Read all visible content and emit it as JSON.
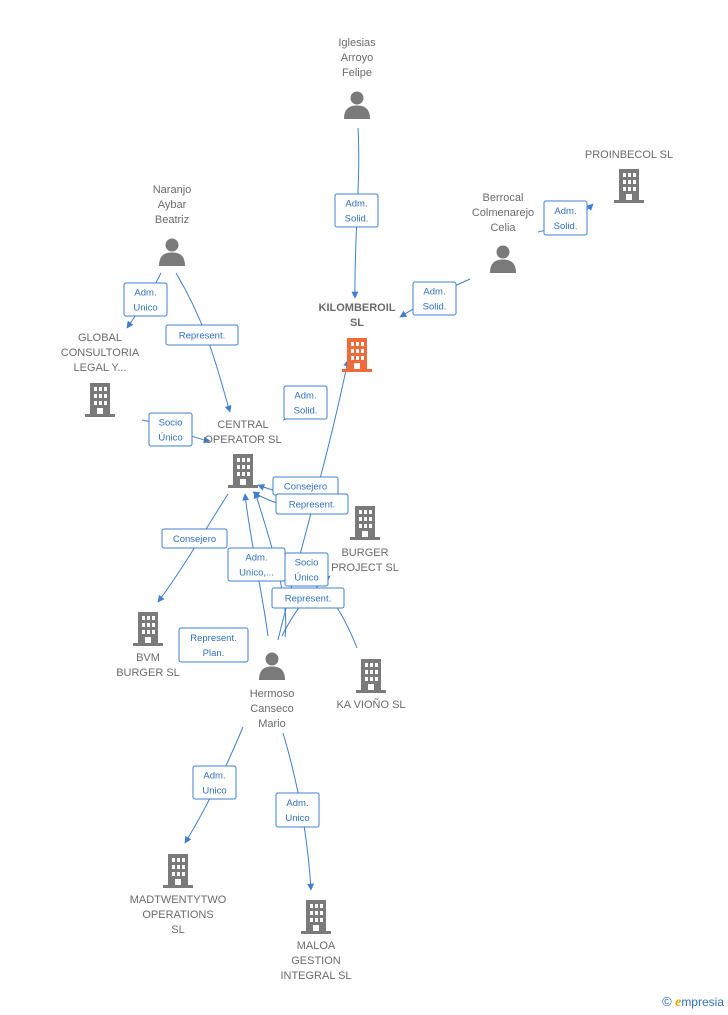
{
  "nodes": [
    {
      "id": "iglesias",
      "kind": "person",
      "lines": [
        "Iglesias",
        "Arroyo",
        "Felipe"
      ],
      "icon": "person-icon"
    },
    {
      "id": "proinbecol",
      "kind": "company",
      "lines": [
        "PROINBECOL SL"
      ],
      "icon": "building-icon"
    },
    {
      "id": "naranjo",
      "kind": "person",
      "lines": [
        "Naranjo",
        "Aybar",
        "Beatriz"
      ],
      "icon": "person-icon"
    },
    {
      "id": "berrocal",
      "kind": "person",
      "lines": [
        "Berrocal",
        "Colmenarejo",
        "Celia"
      ],
      "icon": "person-icon"
    },
    {
      "id": "kilomberoil",
      "kind": "focus",
      "lines": [
        "KILOMBEROIL",
        "SL"
      ],
      "icon": "building-icon"
    },
    {
      "id": "global",
      "kind": "company",
      "lines": [
        "GLOBAL",
        "CONSULTORIA",
        "LEGAL Y..."
      ],
      "icon": "building-icon"
    },
    {
      "id": "central",
      "kind": "company",
      "lines": [
        "CENTRAL",
        "OPERATOR  SL"
      ],
      "icon": "building-icon"
    },
    {
      "id": "burger",
      "kind": "company",
      "lines": [
        "BURGER",
        "PROJECT  SL"
      ],
      "icon": "building-icon"
    },
    {
      "id": "bvm",
      "kind": "company",
      "lines": [
        "BVM",
        "BURGER  SL"
      ],
      "icon": "building-icon"
    },
    {
      "id": "hermoso",
      "kind": "person",
      "lines": [
        "Hermoso",
        "Canseco",
        "Mario"
      ],
      "icon": "person-icon"
    },
    {
      "id": "kavino",
      "kind": "company",
      "lines": [
        "KA VIOÑO  SL"
      ],
      "icon": "building-icon"
    },
    {
      "id": "madtwenty",
      "kind": "company",
      "lines": [
        "MADTWENTYTWO",
        "OPERATIONS",
        "SL"
      ],
      "icon": "building-icon"
    },
    {
      "id": "maloa",
      "kind": "company",
      "lines": [
        "MALOA",
        "GESTION",
        "INTEGRAL  SL"
      ],
      "icon": "building-icon"
    }
  ],
  "edges": [
    {
      "id": "e1",
      "lines": [
        "Adm.",
        "Solid."
      ]
    },
    {
      "id": "e2",
      "lines": [
        "Adm.",
        "Solid."
      ]
    },
    {
      "id": "e3",
      "lines": [
        "Adm.",
        "Solid."
      ]
    },
    {
      "id": "e4",
      "lines": [
        "Adm.",
        "Unico"
      ]
    },
    {
      "id": "e5",
      "lines": [
        "Represent."
      ]
    },
    {
      "id": "e6",
      "lines": [
        "Adm.",
        "Solid."
      ]
    },
    {
      "id": "e7",
      "lines": [
        "Socio",
        "Único"
      ]
    },
    {
      "id": "e8",
      "lines": [
        "Consejero"
      ]
    },
    {
      "id": "e9",
      "lines": [
        "Represent."
      ]
    },
    {
      "id": "e10",
      "lines": [
        "Consejero"
      ]
    },
    {
      "id": "e11",
      "lines": [
        "Adm.",
        "Unico,..."
      ]
    },
    {
      "id": "e12",
      "lines": [
        "Socio",
        "Único"
      ]
    },
    {
      "id": "e13",
      "lines": [
        "Represent."
      ]
    },
    {
      "id": "e14",
      "lines": [
        "Represent.",
        "Plan."
      ]
    },
    {
      "id": "e15",
      "lines": [
        "Adm.",
        "Unico"
      ]
    },
    {
      "id": "e16",
      "lines": [
        "Adm.",
        "Unico"
      ]
    }
  ],
  "colors": {
    "edge": "#3f7fd0",
    "node_icon": "#7a7a7a",
    "focus_icon": "#f26a3a"
  },
  "footer": {
    "copyright_symbol": "©",
    "brand_initial": "e",
    "brand_rest": "mpresia"
  }
}
